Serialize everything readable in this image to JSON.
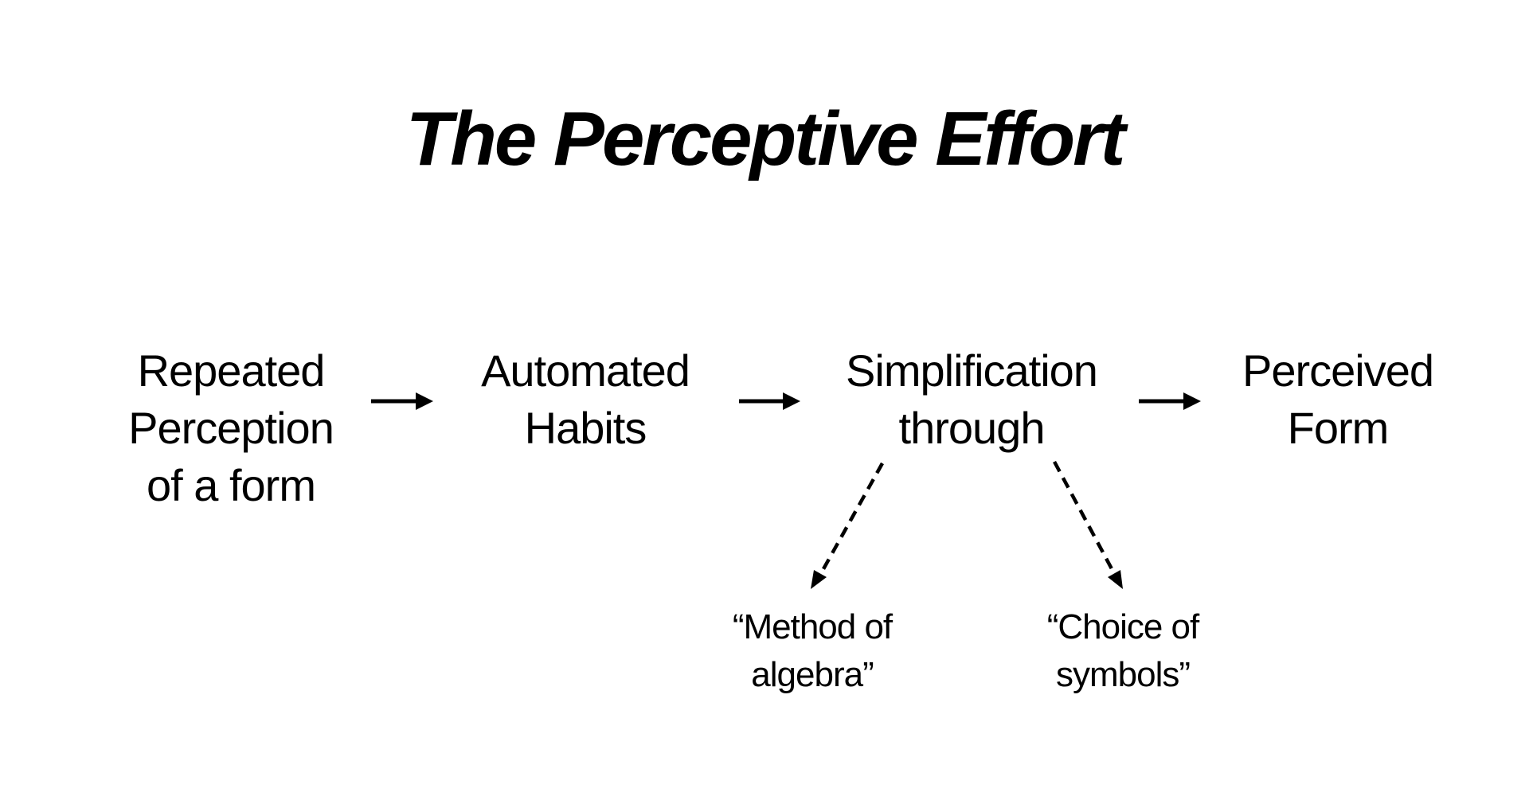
{
  "diagram": {
    "title": "The Perceptive Effort",
    "nodes": [
      {
        "id": "repeated",
        "label": "Repeated\nPerception\nof a form"
      },
      {
        "id": "automated",
        "label": "Automated\nHabits"
      },
      {
        "id": "simplification",
        "label": "Simplification\nthrough"
      },
      {
        "id": "perceived",
        "label": "Perceived\nForm"
      }
    ],
    "sub_nodes": [
      {
        "id": "method",
        "label": "“Method of\nalgebra”"
      },
      {
        "id": "choice",
        "label": "“Choice of\nsymbols”"
      }
    ],
    "edges": [
      {
        "from": "repeated",
        "to": "automated",
        "style": "solid"
      },
      {
        "from": "automated",
        "to": "simplification",
        "style": "solid"
      },
      {
        "from": "simplification",
        "to": "perceived",
        "style": "solid"
      },
      {
        "from": "simplification",
        "to": "method",
        "style": "dashed"
      },
      {
        "from": "simplification",
        "to": "choice",
        "style": "dashed"
      }
    ],
    "colors": {
      "text": "#000000",
      "background": "#ffffff"
    }
  }
}
